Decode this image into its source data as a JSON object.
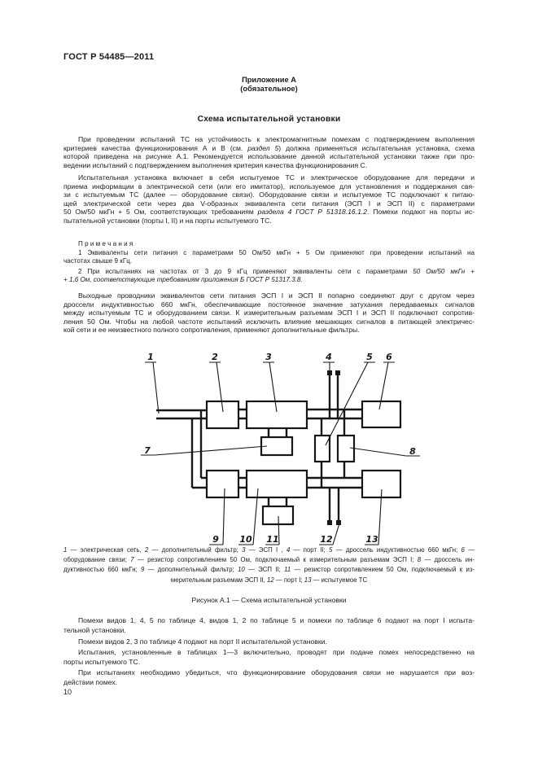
{
  "page": {
    "header": "ГОСТ Р 54485—2011",
    "page_number": "10"
  },
  "appendix": {
    "title": "Приложение А",
    "subtitle": "(обязательное)",
    "heading": "Схема испытательной установки"
  },
  "body": {
    "p1": [
      [
        {
          "t": "При проведении испытаний ТС на устойчивость к электромагнитным помехам с подтверждением выполнения"
        }
      ],
      [
        {
          "t": "критериев качества функционирования А и В (см. "
        },
        {
          "t": "раздел 5",
          "i": 1
        },
        {
          "t": ") должна применяться испытательная установка, схема"
        }
      ],
      [
        {
          "t": "которой приведена на рисунке А.1. Рекомендуется использование данной испытательной установки также при про-"
        }
      ],
      [
        {
          "t": "ведении испытаний с подтверждением выполнения критерия качества функционирования С."
        }
      ]
    ],
    "p2": [
      [
        {
          "t": "Испытательная установка включает в себя испытуемое ТС и электрическое оборудование для передачи и"
        }
      ],
      [
        {
          "t": "приема информации в электрической сети (или его имитатор), используемое для установления и поддержания свя-"
        }
      ],
      [
        {
          "t": "зи с испытуемым ТС (далее — оборудование связи). Оборудование связи и испытуемое ТС подключают к питаю-"
        }
      ],
      [
        {
          "t": "щей электрической сети через два V-образных эквивалента сети питания (ЭСП I и ЭСП II) с параметрами"
        }
      ],
      [
        {
          "t": "50 Ом/50 мкГн + 5 Ом, соответствующих требованиям "
        },
        {
          "t": "раздела 4 ГОСТ Р 51318.16.1.2",
          "i": 1
        },
        {
          "t": ". Помехи подают на порты ис-"
        }
      ],
      [
        {
          "t": "пытательной установки (порты I, II) и на порты испытуемого ТС."
        }
      ]
    ],
    "notes_heading": "П р и м е ч а н и я",
    "note1": [
      [
        {
          "t": "1 Эквиваленты сети питания с параметрами 50 Ом/50 мкГн + 5 Ом применяют при проведении испытаний на"
        }
      ],
      [
        {
          "t": "частотах свыше 9 кГц."
        }
      ]
    ],
    "note2": [
      [
        {
          "t": "2 При испытаниях на частотах от 3 до 9 кГц применяют эквиваленты сети с параметрами "
        },
        {
          "t": "50 Ом/50 мкГн +",
          "i": 1
        }
      ],
      [
        {
          "t": "+ 1,6 Ом, соответствующие требованиям приложения Б ГОСТ Р 51317.3.8.",
          "i": 1
        }
      ]
    ],
    "p3": [
      [
        {
          "t": "Выходные проводники эквивалентов сети питания ЭСП I и ЭСП II попарно соединяют друг с другом через"
        }
      ],
      [
        {
          "t": "дроссели индуктивностью 660 мкГн, обеспечивающие постоянное значение затухания передаваемых сигналов"
        }
      ],
      [
        {
          "t": "между испытуемым ТС и оборудованием связи. К измерительным разъемам ЭСП I и ЭСП II подключают сопротив-"
        }
      ],
      [
        {
          "t": "ления 50 Ом. Чтобы на любой частоте испытаний исключить влияние мешающих сигналов в питающей электричес-"
        }
      ],
      [
        {
          "t": "кой сети и ее неизвестного полного сопротивления, применяют дополнительные фильтры."
        }
      ]
    ],
    "c1": [
      [
        {
          "t": "Помехи видов 1, 4, 5 по таблице 4, видов 1, 2 по таблице 5 и помехи по таблице 6 подают на порт I испыта-"
        }
      ],
      [
        {
          "t": "тельной установки."
        }
      ]
    ],
    "c2": [
      [
        {
          "t": "Помехи видов 2, 3 по таблице 4 подают на порт II испытательной установки."
        }
      ]
    ],
    "c3": [
      [
        {
          "t": "Испытания, установленные в таблицах 1—3 включительно, проводят при подаче помех непосредственно на"
        }
      ],
      [
        {
          "t": "порты испытуемого ТС."
        }
      ]
    ],
    "c4": [
      [
        {
          "t": "При испытаниях необходимо убедиться, что функционирование оборудования связи не нарушается при воз-"
        }
      ],
      [
        {
          "t": "действии помех."
        }
      ]
    ]
  },
  "figure": {
    "callouts": [
      "1",
      "2",
      "3",
      "4",
      "5",
      "6",
      "7",
      "8",
      "9",
      "10",
      "11",
      "12",
      "13"
    ],
    "caption": [
      [
        {
          "t": "1",
          "i": 1
        },
        {
          "t": " — электрическая сеть, "
        },
        {
          "t": "2",
          "i": 1
        },
        {
          "t": " — дополнительный фильтр; "
        },
        {
          "t": "3",
          "i": 1
        },
        {
          "t": " — ЭСП I , "
        },
        {
          "t": "4",
          "i": 1
        },
        {
          "t": " — порт II; "
        },
        {
          "t": "5",
          "i": 1
        },
        {
          "t": " — дроссель индуктивностью 660 мкГн; "
        },
        {
          "t": "6",
          "i": 1
        },
        {
          "t": " —"
        }
      ],
      [
        {
          "t": "оборудование связи; "
        },
        {
          "t": "7",
          "i": 1
        },
        {
          "t": " — резистор сопротивлением 50 Ом, подключаемый к измерительным разъемам ЭСП I; "
        },
        {
          "t": "8",
          "i": 1
        },
        {
          "t": " — дроссель ин-"
        }
      ],
      [
        {
          "t": "дуктивностью 660 мкГн; "
        },
        {
          "t": "9",
          "i": 1
        },
        {
          "t": " — дополнительный фильтр; "
        },
        {
          "t": "10",
          "i": 1
        },
        {
          "t": " — ЭСП II; "
        },
        {
          "t": "11",
          "i": 1
        },
        {
          "t": " — резистор сопротивлением 50 Ом, подключаемый к из-"
        }
      ],
      [
        {
          "t": "мерительным разъемам ЭСП II, "
        },
        {
          "t": "12",
          "i": 1
        },
        {
          "t": " — порт I; "
        },
        {
          "t": "13",
          "i": 1
        },
        {
          "t": " — испытуемое ТС"
        }
      ]
    ],
    "label": "Рисунок А.1 — Схема испытательной установки"
  }
}
